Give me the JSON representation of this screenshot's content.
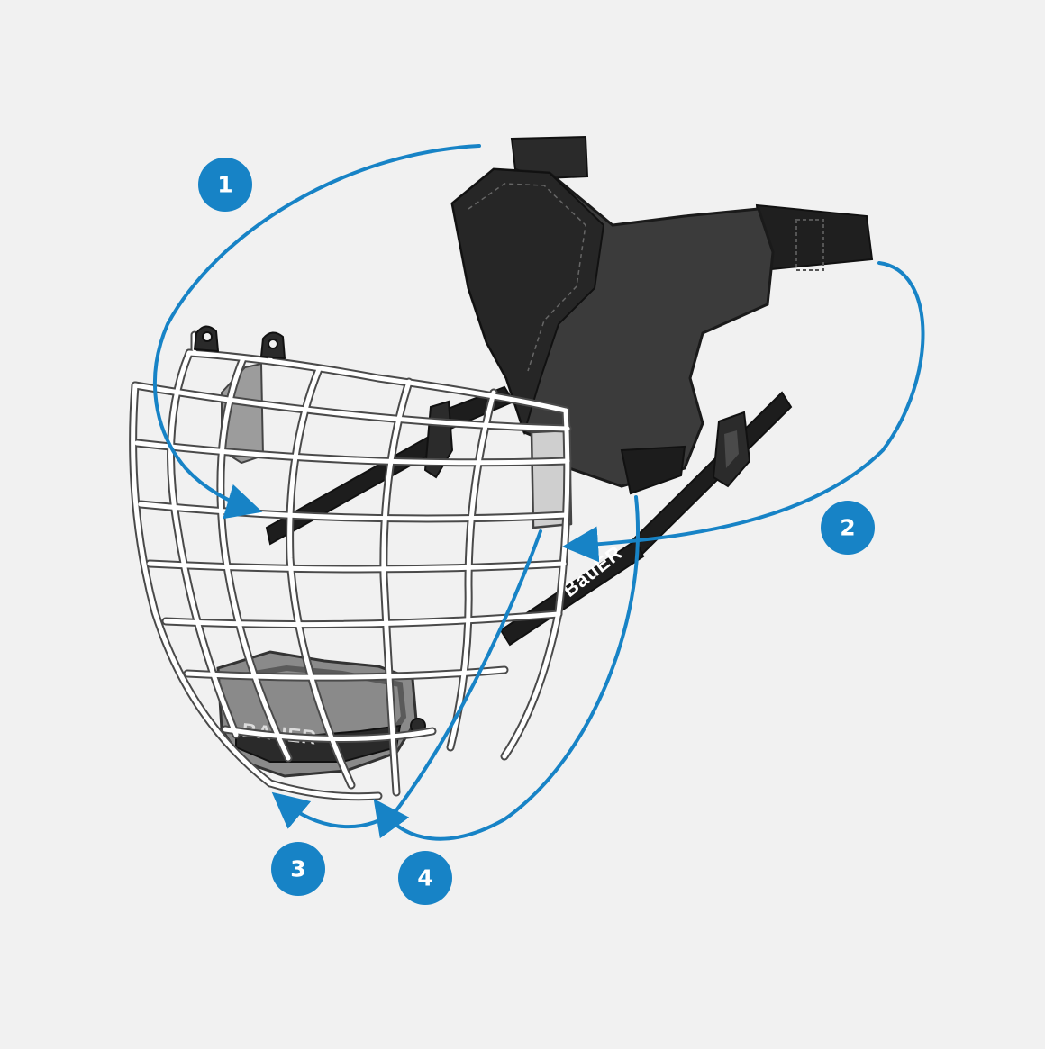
{
  "strap_brand": "BauER",
  "chin_cup_brand": "BAUER",
  "steps": [
    {
      "number": "1"
    },
    {
      "number": "2"
    },
    {
      "number": "3"
    },
    {
      "number": "4"
    }
  ],
  "colors": {
    "background": "#f1f1f1",
    "accent_blue": "#1783c6",
    "cage_wire": "#ffffff",
    "cage_outline": "#4a4a4a",
    "strap": "#1d1d1d",
    "pad": "#3b3b3b",
    "chin_cup": "#8a8a8a"
  }
}
